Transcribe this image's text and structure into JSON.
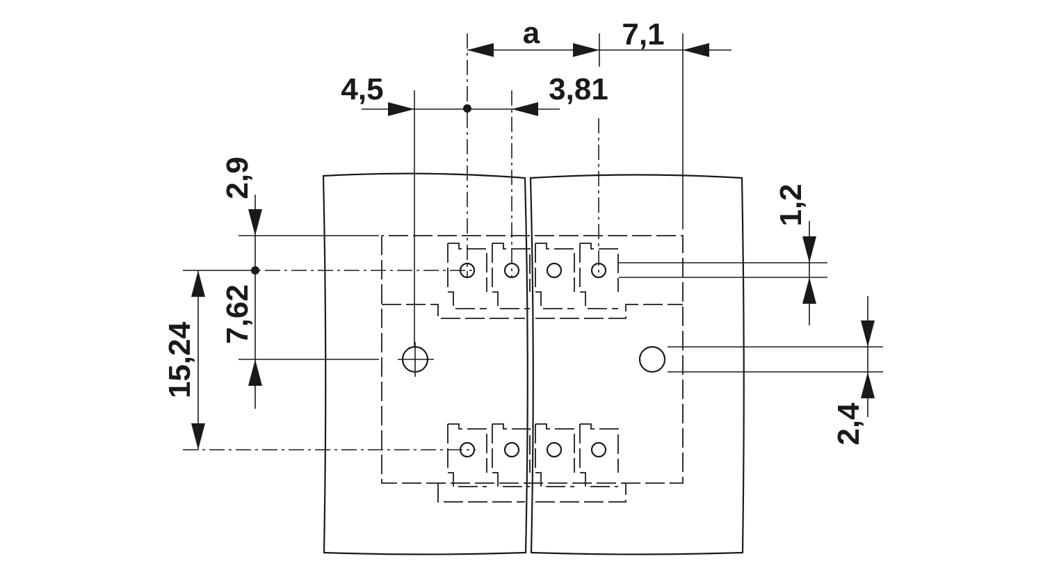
{
  "drawing": {
    "line_color": "#1a1a1a",
    "background": "#ffffff",
    "dimensions": {
      "a": "a",
      "d_7_1": "7,1",
      "d_4_5": "4,5",
      "d_3_81": "3,81",
      "d_2_9": "2,9",
      "d_7_62": "7,62",
      "d_15_24": "15,24",
      "d_1_2": "1,2",
      "d_2_4": "2,4"
    }
  }
}
